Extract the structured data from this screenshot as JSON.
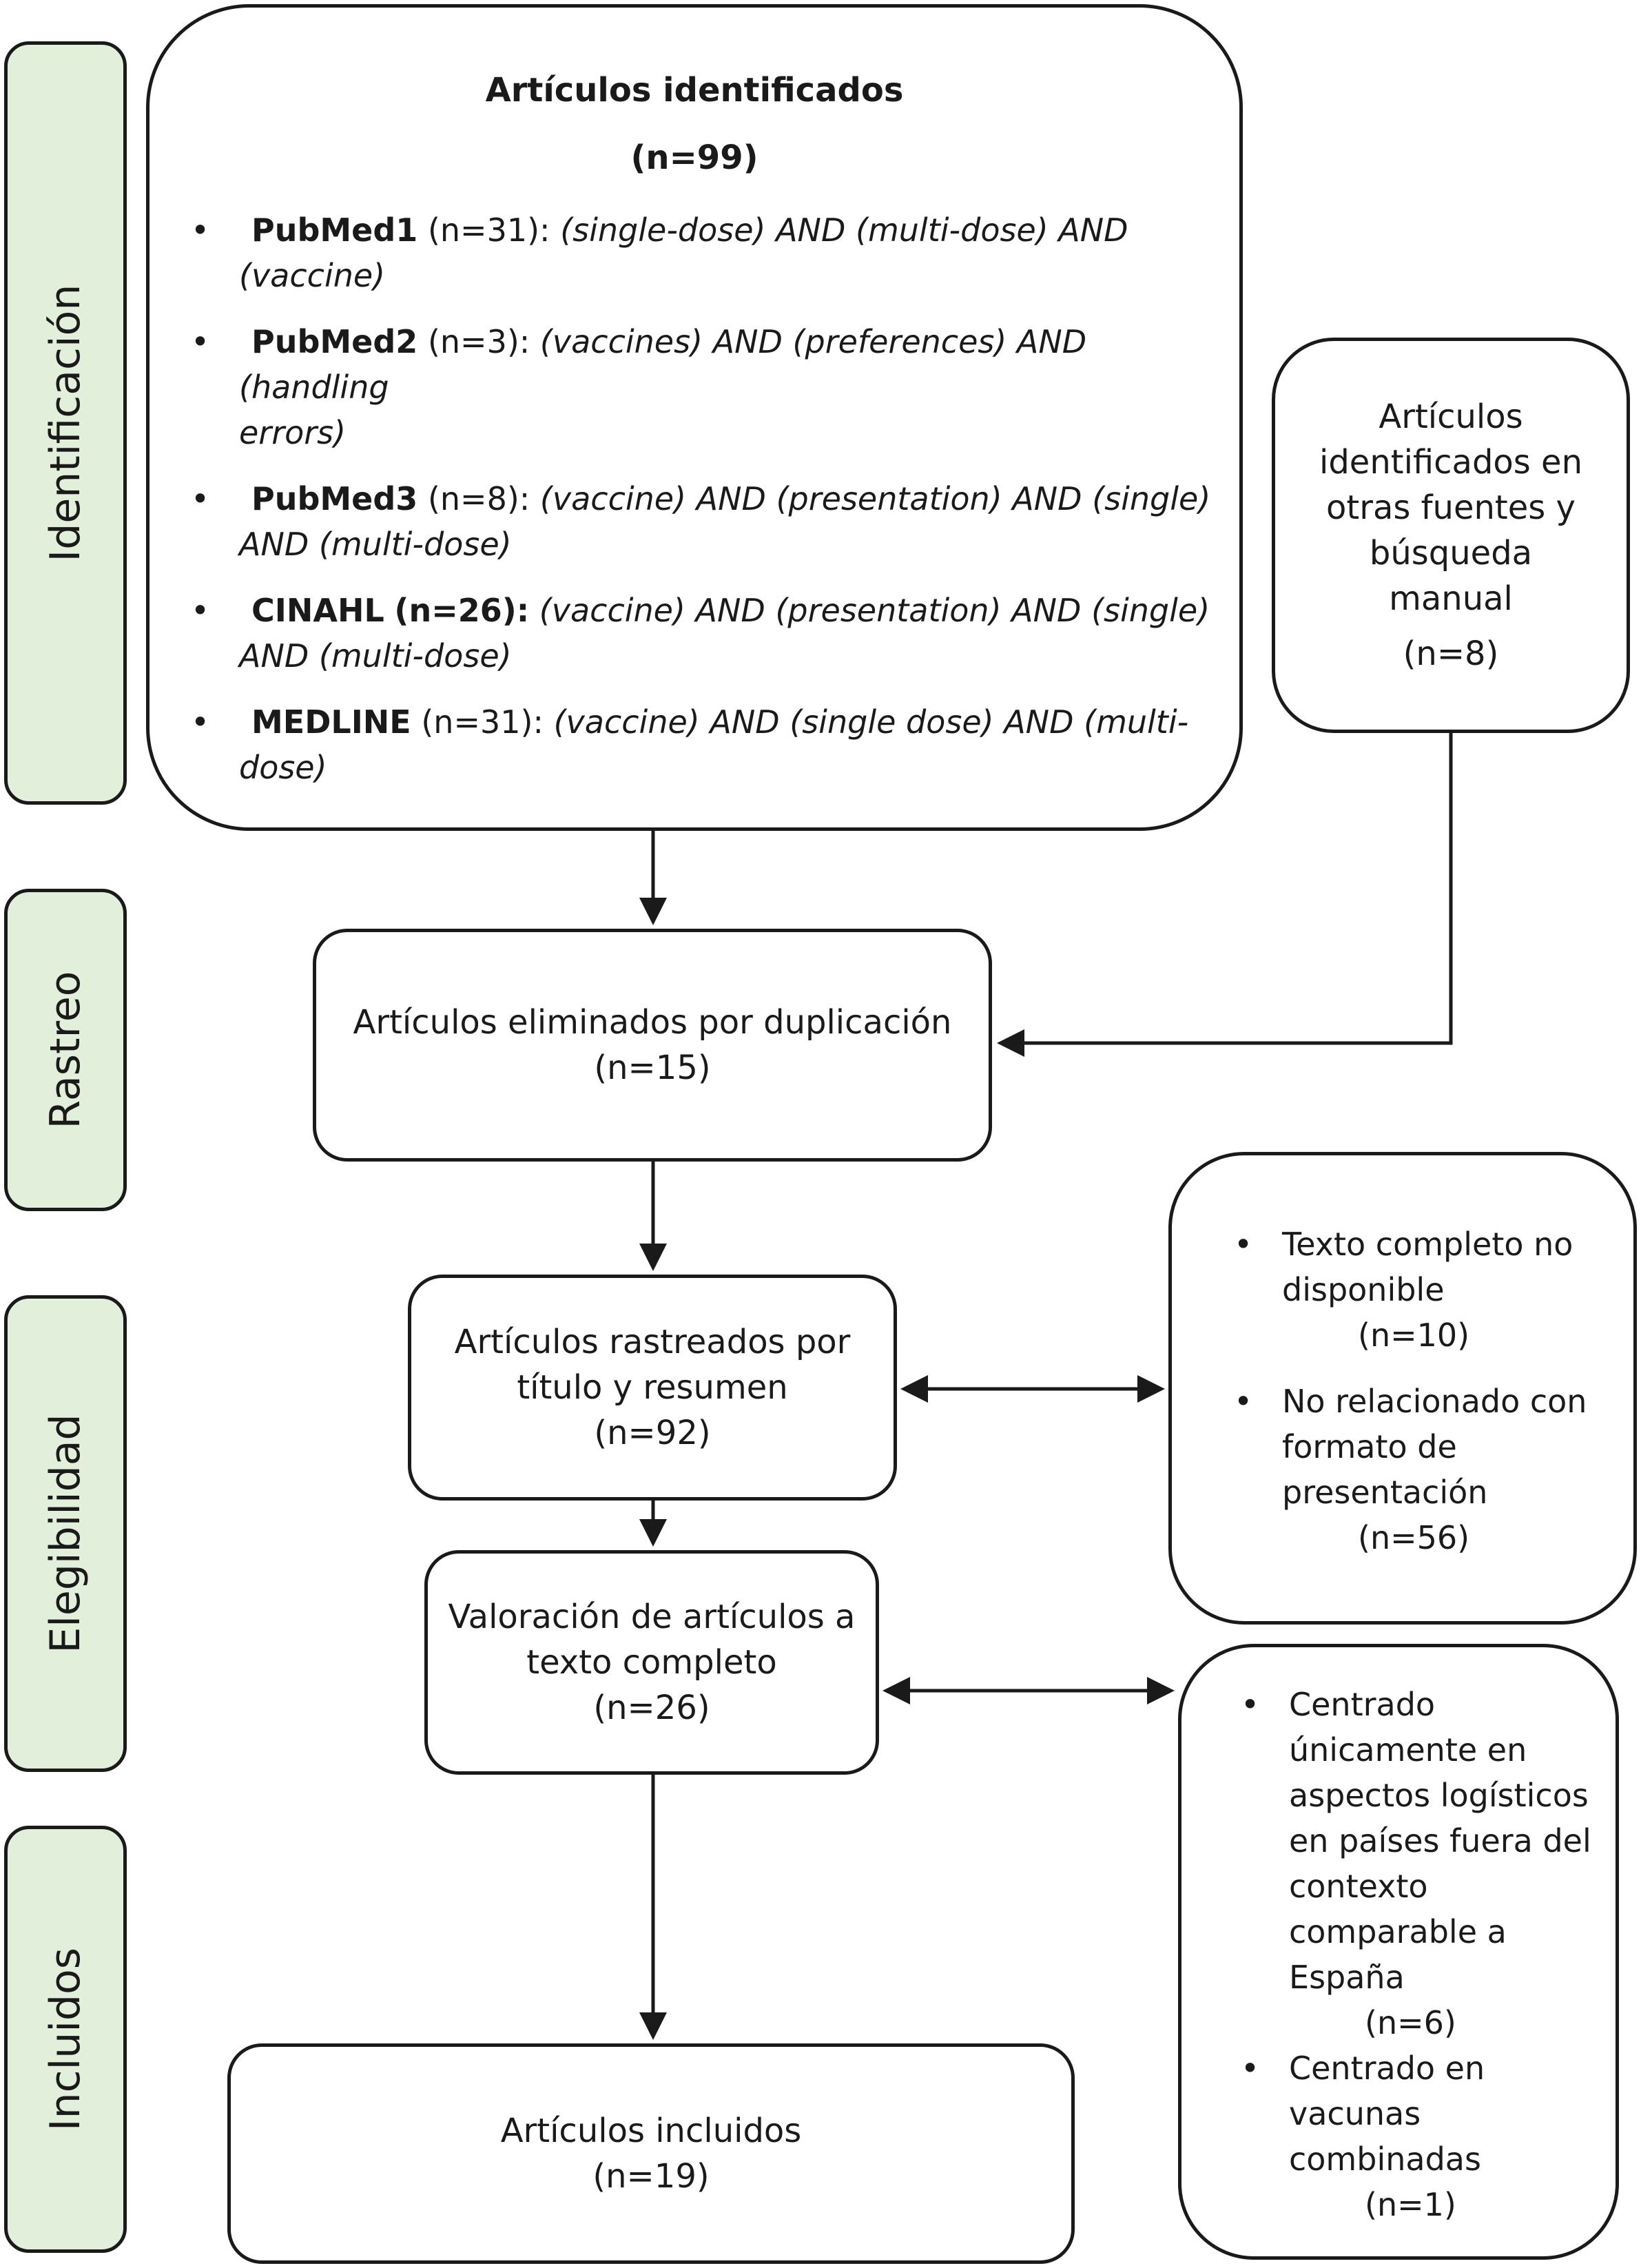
{
  "phases": {
    "identificacion": "Identificación",
    "rastreo": "Rastreo",
    "elegibilidad": "Elegibilidad",
    "incluidos": "Incluidos"
  },
  "identified": {
    "title": "Artículos identificados",
    "count": "(n=99)",
    "sources": [
      {
        "name": "PubMed1",
        "count": "(n=31):",
        "query": "(single-dose) AND (multi-dose) AND",
        "query2": "(vaccine)"
      },
      {
        "name": "PubMed2",
        "count": "(n=3):",
        "query": "(vaccines) AND (preferences) AND (handling",
        "query2": "errors)"
      },
      {
        "name": "PubMed3",
        "count": "(n=8):",
        "query": "(vaccine) AND (presentation) AND (single)",
        "query2": "AND (multi-dose)"
      },
      {
        "name": "CINAHL",
        "count": "(n=26):",
        "query": "(vaccine) AND (presentation) AND (single)",
        "query2": "AND (multi-dose)"
      },
      {
        "name": "MEDLINE",
        "count": "(n=31):",
        "query": "(vaccine) AND (single dose) AND (multi-dose)",
        "query2": ""
      }
    ]
  },
  "other_sources": {
    "line1": "Artículos",
    "line2": "identificados en",
    "line3": "otras fuentes y",
    "line4": "búsqueda",
    "line5": "manual",
    "count": "(n=8)"
  },
  "duplicates": {
    "title": "Artículos eliminados por duplicación",
    "count": "(n=15)"
  },
  "screened": {
    "line1": "Artículos rastreados por",
    "line2": "título y resumen",
    "count": "(n=92)"
  },
  "excluded_screen": {
    "item1_line1": "Texto completo no",
    "item1_line2": "disponible",
    "item1_count": "(n=10)",
    "item2_line1": "No relacionado con",
    "item2_line2": "formato de",
    "item2_line3": "presentación",
    "item2_count": "(n=56)"
  },
  "fulltext": {
    "line1": "Valoración de artículos a",
    "line2": "texto completo",
    "count": "(n=26)"
  },
  "excluded_fulltext": {
    "item1_lines": [
      "Centrado",
      "únicamente en",
      "aspectos logísticos",
      "en países fuera del",
      "contexto",
      "comparable a",
      "España"
    ],
    "item1_count": "(n=6)",
    "item2_lines": [
      "Centrado en",
      "vacunas",
      "combinadas"
    ],
    "item2_count": "(n=1)"
  },
  "included": {
    "title": "Artículos incluidos",
    "count": "(n=19)"
  }
}
